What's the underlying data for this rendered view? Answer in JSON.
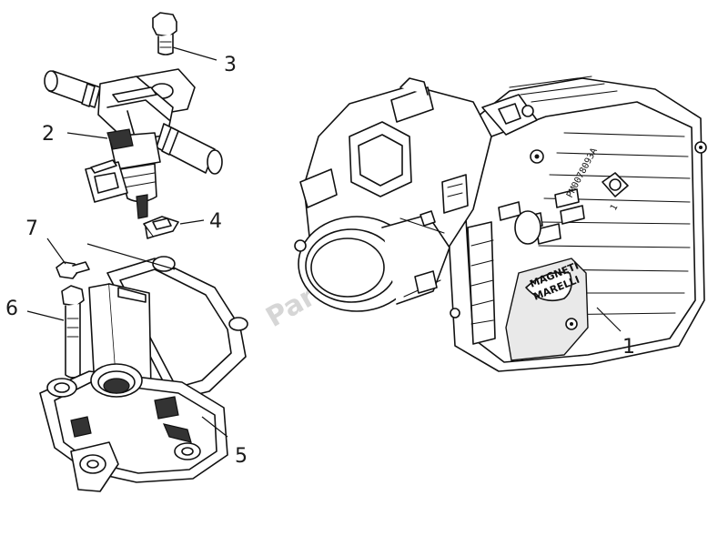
{
  "watermark": "PartsRepublik",
  "callouts": [
    {
      "number": "1"
    },
    {
      "number": "2"
    },
    {
      "number": "3"
    },
    {
      "number": "4"
    },
    {
      "number": "5"
    },
    {
      "number": "6"
    },
    {
      "number": "7"
    }
  ],
  "throttle_body": {
    "brand_line_1": "MAGNETI",
    "brand_line_2": "MARELLI",
    "part_code": "PM0078093A",
    "side_mark": "1"
  },
  "colors": {
    "line": "#111111",
    "background": "#ffffff",
    "watermark": "#d6d6d6"
  }
}
